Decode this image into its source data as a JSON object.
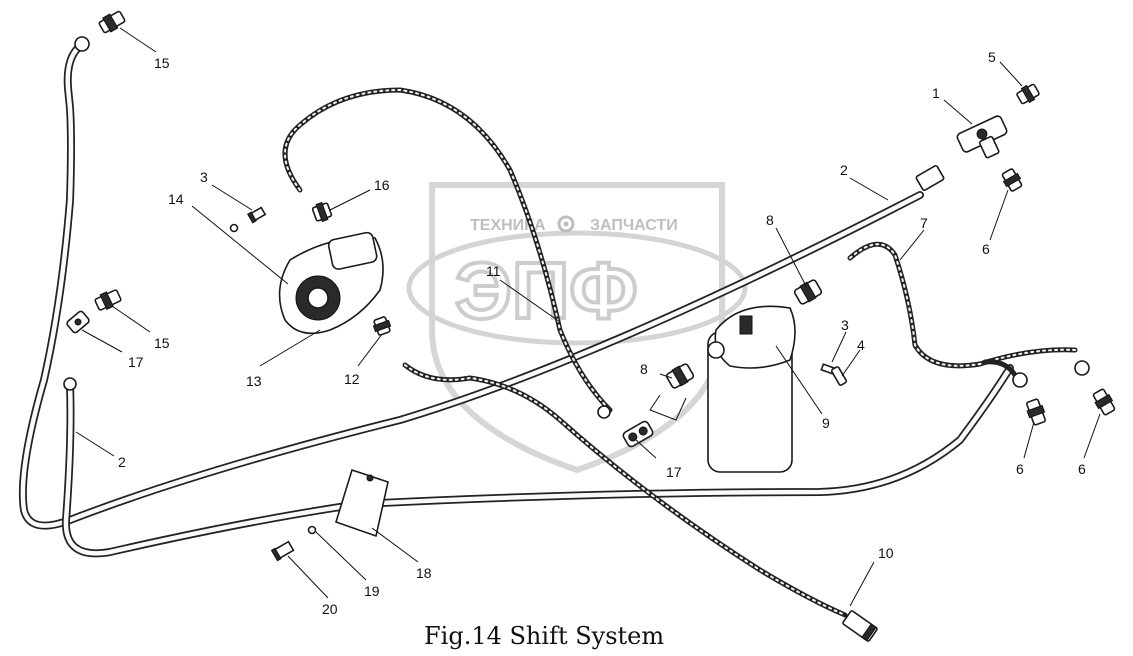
{
  "figure": {
    "caption": "Fig.14 Shift System"
  },
  "watermark": {
    "line1_left": "ТЕХНИКА",
    "line1_right": "ЗАПЧАСТИ",
    "logo": "ЭПФ",
    "gear_icon": "gear-icon"
  },
  "callouts": [
    {
      "id": "c1",
      "label": "1"
    },
    {
      "id": "c2a",
      "label": "2"
    },
    {
      "id": "c2b",
      "label": "2"
    },
    {
      "id": "c3a",
      "label": "3"
    },
    {
      "id": "c3b",
      "label": "3"
    },
    {
      "id": "c4",
      "label": "4"
    },
    {
      "id": "c5",
      "label": "5"
    },
    {
      "id": "c6a",
      "label": "6"
    },
    {
      "id": "c6b",
      "label": "6"
    },
    {
      "id": "c6c",
      "label": "6"
    },
    {
      "id": "c7",
      "label": "7"
    },
    {
      "id": "c8a",
      "label": "8"
    },
    {
      "id": "c8b",
      "label": "8"
    },
    {
      "id": "c9",
      "label": "9"
    },
    {
      "id": "c10",
      "label": "10"
    },
    {
      "id": "c11",
      "label": "11"
    },
    {
      "id": "c12",
      "label": "12"
    },
    {
      "id": "c13",
      "label": "13"
    },
    {
      "id": "c14",
      "label": "14"
    },
    {
      "id": "c15a",
      "label": "15"
    },
    {
      "id": "c15b",
      "label": "15"
    },
    {
      "id": "c16",
      "label": "16"
    },
    {
      "id": "c17a",
      "label": "17"
    },
    {
      "id": "c17b",
      "label": "17"
    },
    {
      "id": "c18",
      "label": "18"
    },
    {
      "id": "c19",
      "label": "19"
    },
    {
      "id": "c20",
      "label": "20"
    }
  ]
}
